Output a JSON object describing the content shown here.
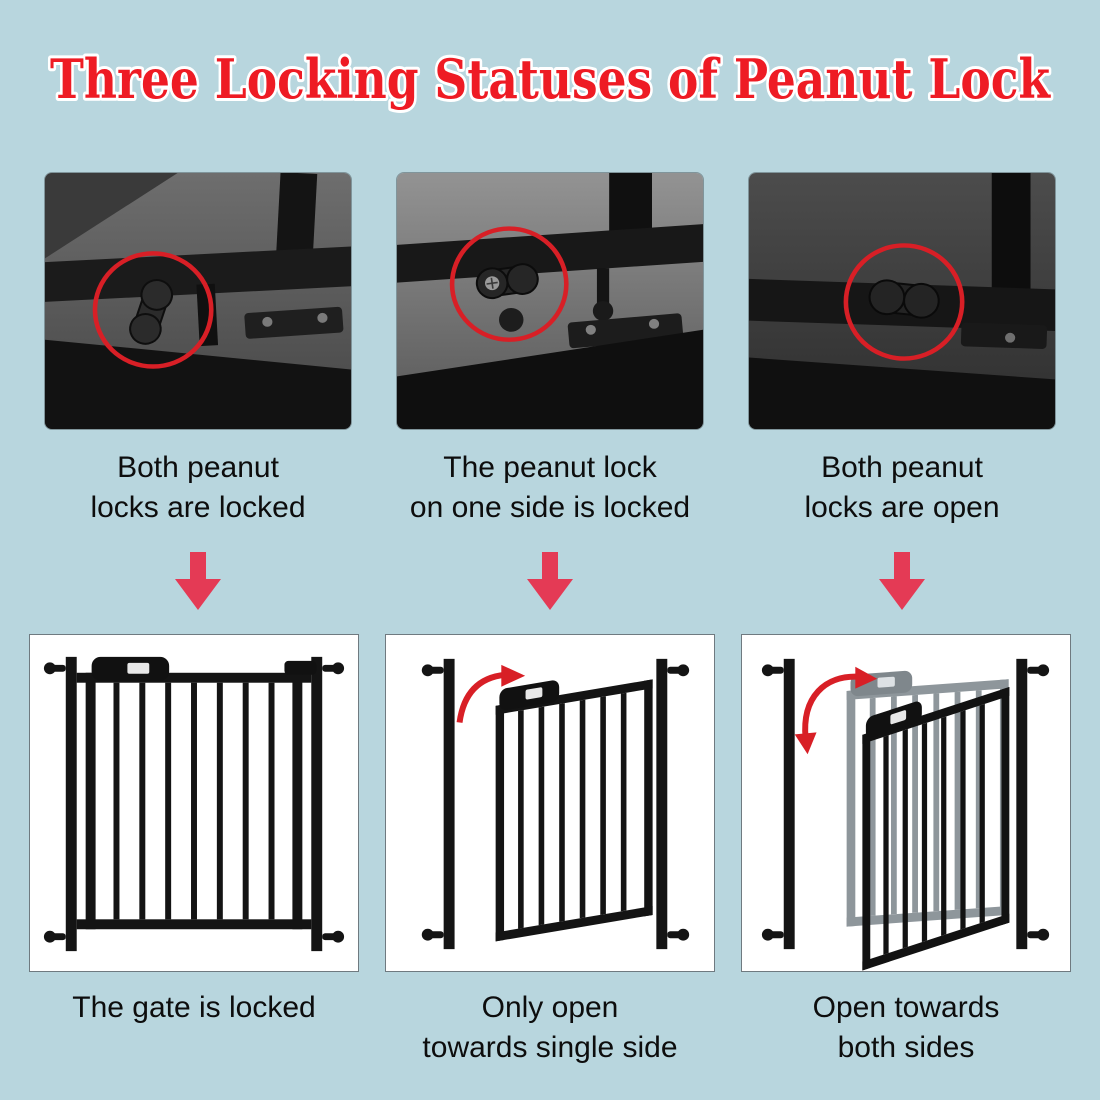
{
  "title": "Three Locking Statuses of  Peanut Lock",
  "top_captions": [
    {
      "line1": "Both peanut",
      "line2": "locks are locked"
    },
    {
      "line1": "The peanut lock",
      "line2": "on one side is locked"
    },
    {
      "line1": "Both peanut",
      "line2": "locks are open"
    }
  ],
  "bottom_captions": [
    {
      "line1": "The gate is locked",
      "line2": ""
    },
    {
      "line1": "Only open",
      "line2": "towards single side"
    },
    {
      "line1": "Open towards",
      "line2": "both sides"
    }
  ],
  "photos": {
    "top": [
      "close-up: both peanut locks in locked (vertical) position, circled in red",
      "close-up: one peanut lock locked with screw visible, circled in red",
      "close-up: both peanut locks rotated open (horizontal), circled in red"
    ],
    "bottom": [
      "black safety gate fully closed between pressure-mount posts",
      "black safety gate door swung open toward a single side, red arrow at latch",
      "black safety gate door swinging both directions, ghost position shown, double red arrow"
    ]
  },
  "colors": {
    "background": "#b8d6de",
    "title_red": "#ee1b24",
    "title_outline": "#ffffff",
    "annotation_red": "#d81f26",
    "arrow_red": "#e43a55",
    "caption_black": "#0d0d0d",
    "gate_black": "#141414",
    "ghost_gray": "#8e969b",
    "photo_white": "#ffffff"
  }
}
